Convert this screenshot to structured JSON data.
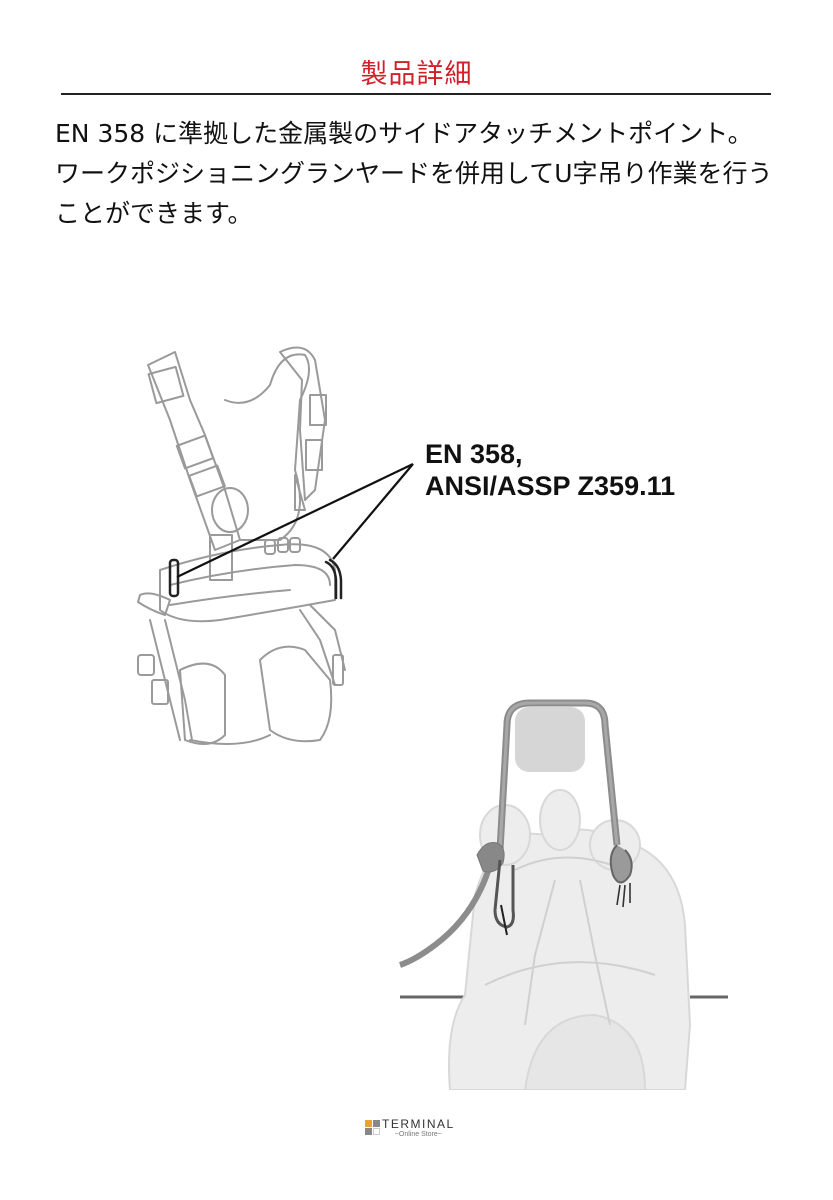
{
  "header": {
    "title": "製品詳細",
    "title_color": "#d0202a"
  },
  "description": {
    "lines": [
      "EN 358 に準拠した金属製のサイドアタッチメントポイント。",
      "ワークポジショニングランヤードを併用してU字吊り作業を行うことができます。"
    ]
  },
  "figure_harness": {
    "icon": "harness-illustration",
    "callout_line1": "EN 358,",
    "callout_line2": "ANSI/ASSP Z359.11"
  },
  "figure_work_positioning": {
    "icon": "work-positioning-lanyard-illustration"
  },
  "footer": {
    "logo_name": "TERMINAL",
    "logo_sub": "~Online Store~",
    "logo_colors": [
      "#f0a030",
      "#888888",
      "#888888",
      "#dddddd"
    ]
  }
}
